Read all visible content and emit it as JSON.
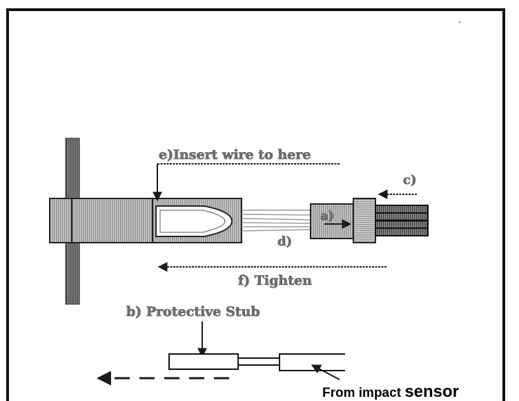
{
  "labels": {
    "e": "e)Insert wire to here",
    "c": "c)",
    "a": "a)",
    "d": "d)",
    "f": "f) Tighten",
    "b": "b) Protective Stub",
    "from_prefix": "From impact ",
    "from_suffix": "sensor"
  },
  "colors": {
    "line": "#1a1a1a",
    "hatch": "#8a8a8a",
    "label": "#6f6f6f"
  }
}
